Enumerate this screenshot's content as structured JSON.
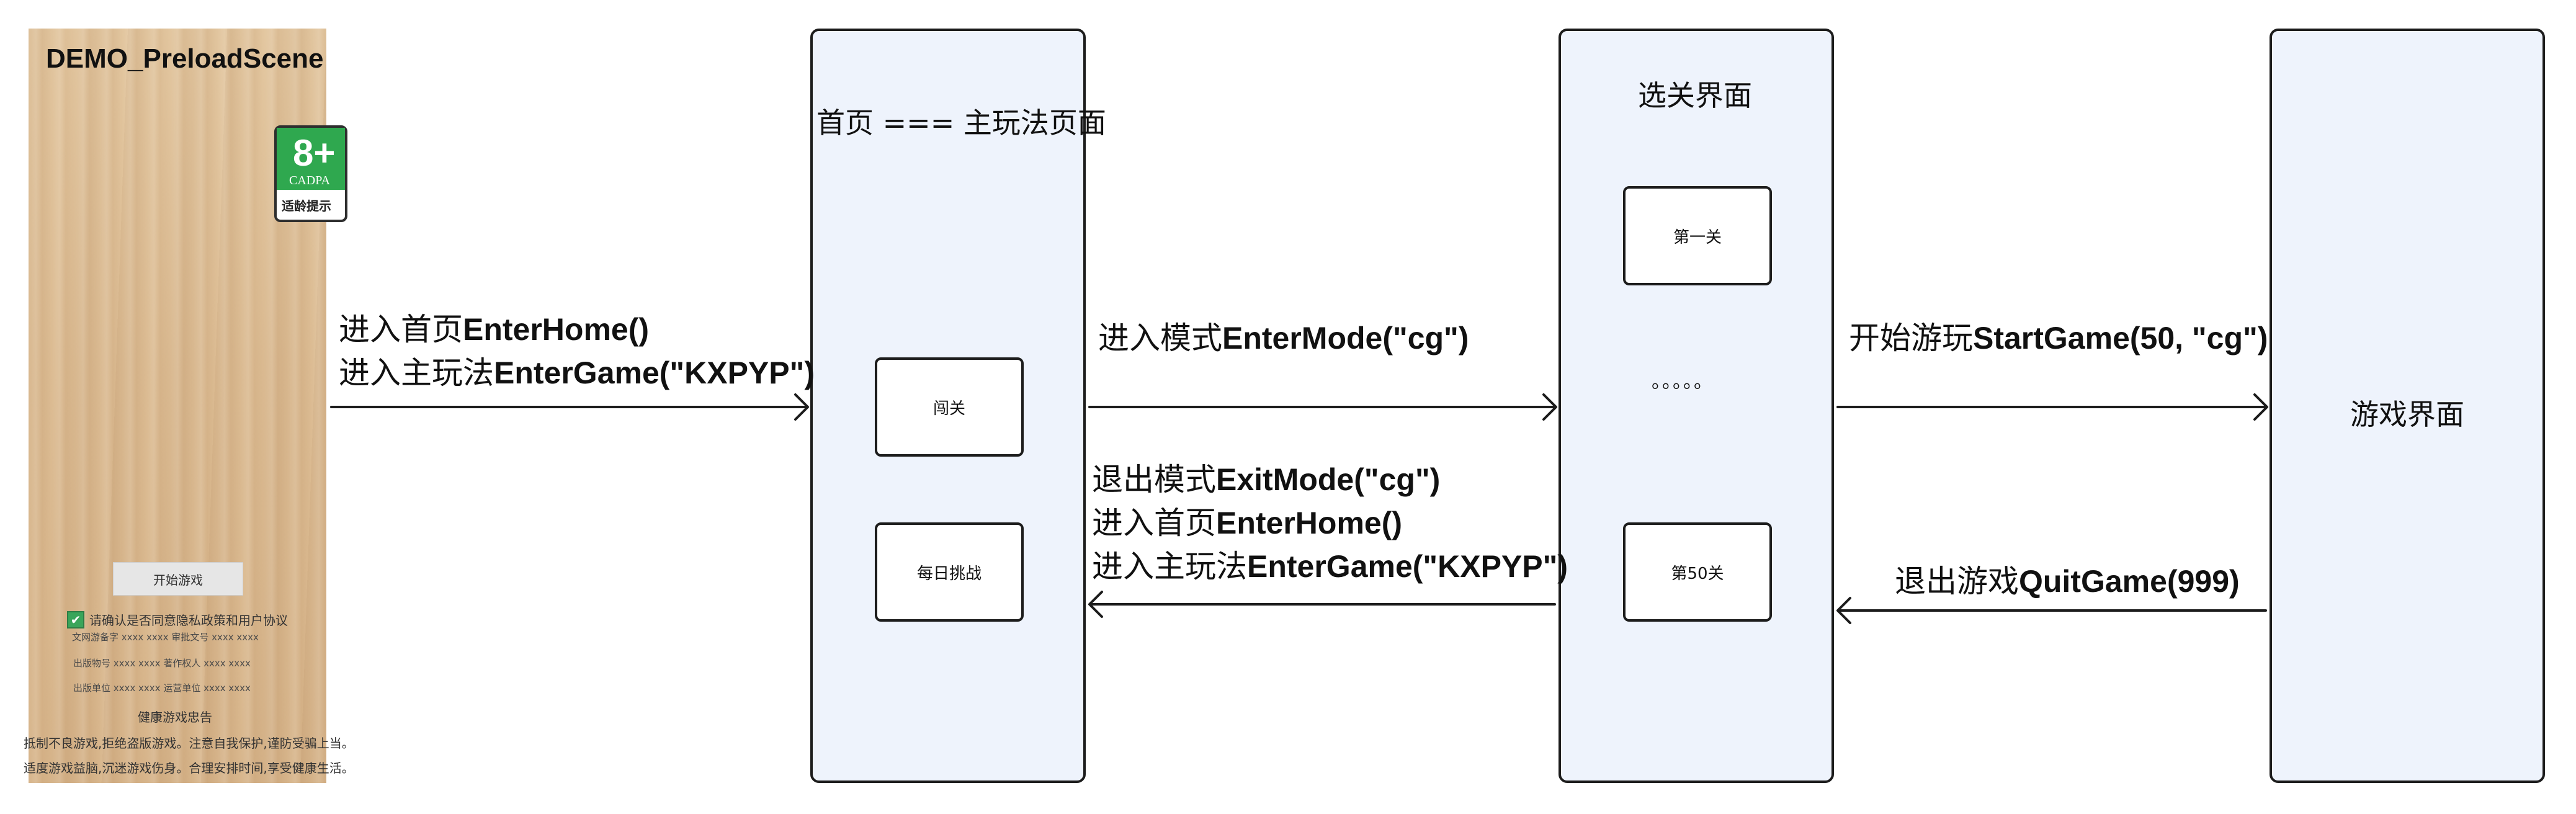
{
  "phone": {
    "title": "DEMO_PreloadScene",
    "age_badge": {
      "number": "8+",
      "org": "CADPA",
      "tip": "适龄提示"
    },
    "start_button": "开始游戏",
    "agreement": "请确认是否同意隐私政策和用户协议",
    "info_lines": [
      "文网游备字 xxxx  xxxx   审批文号 xxxx  xxxx",
      "出版物号 xxxx  xxxx   著作权人 xxxx  xxxx",
      "出版单位 xxxx  xxxx   运营单位  xxxx  xxxx"
    ],
    "health_title": "健康游戏忠告",
    "health_lines": [
      "抵制不良游戏,拒绝盗版游戏。注意自我保护,谨防受骗上当。",
      "适度游戏益脑,沉迷游戏伤身。合理安排时间,享受健康生活。"
    ]
  },
  "home": {
    "title": "首页 === 主玩法页面",
    "buttons": [
      "闯关",
      "每日挑战"
    ]
  },
  "level_select": {
    "title": "选关界面",
    "first": "第一关",
    "ellipsis": "。。。。。",
    "last": "第50关"
  },
  "game": {
    "title": "游戏界面"
  },
  "edges": {
    "preload_to_home": {
      "line1_cn": "进入首页",
      "line1_code": "EnterHome()",
      "line2_cn": "进入主玩法",
      "line2_code": "EnterGame(\"KXPYP\")"
    },
    "home_to_select": {
      "cn": "进入模式",
      "code": "EnterMode(\"cg\")"
    },
    "select_to_home": {
      "line1_cn": "退出模式",
      "line1_code": "ExitMode(\"cg\")",
      "line2_cn": "进入首页",
      "line2_code": "EnterHome()",
      "line3_cn": "进入主玩法",
      "line3_code": "EnterGame(\"KXPYP\")"
    },
    "select_to_game": {
      "cn": "开始游玩",
      "code": "StartGame(50, \"cg\")"
    },
    "game_to_select": {
      "cn": "退出游戏",
      "code": "QuitGame(999)"
    }
  },
  "colors": {
    "box_fill": "#eef3fc",
    "stroke": "#1c1c1c",
    "check_green": "#3aa55a",
    "badge_green": "#2fa84f"
  }
}
